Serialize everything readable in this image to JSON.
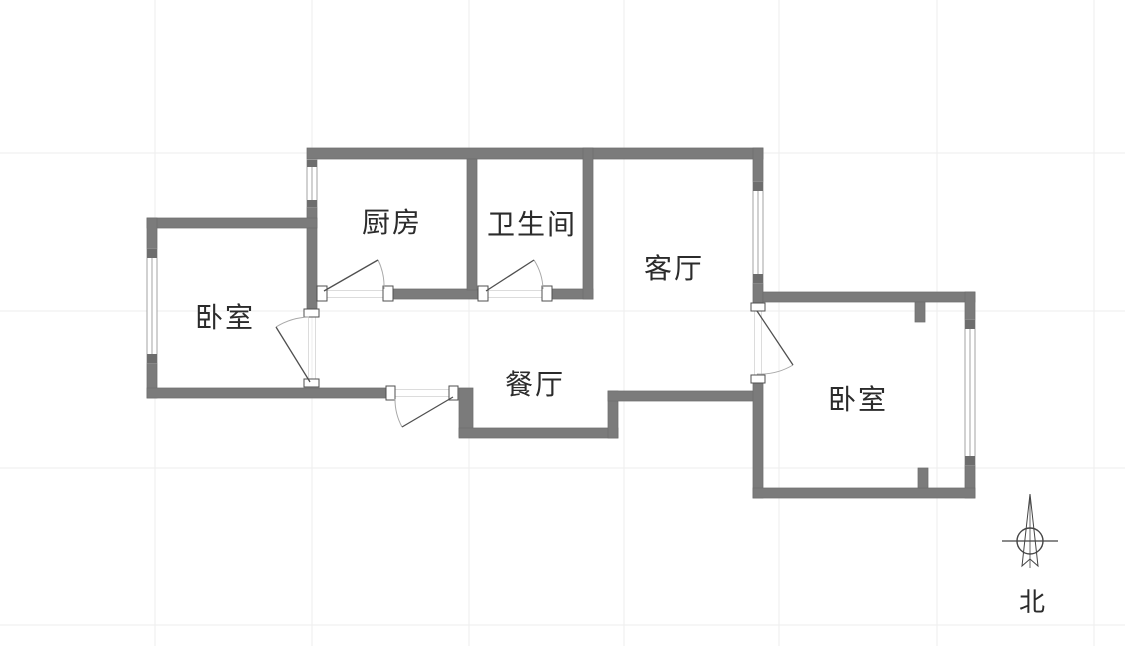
{
  "rooms": [
    {
      "id": "bedroom-left",
      "label": "卧室"
    },
    {
      "id": "kitchen",
      "label": "厨房"
    },
    {
      "id": "bathroom",
      "label": "卫生间"
    },
    {
      "id": "living-room",
      "label": "客厅"
    },
    {
      "id": "dining-room",
      "label": "餐厅"
    },
    {
      "id": "bedroom-right",
      "label": "卧室"
    }
  ],
  "compass": {
    "label": "北"
  },
  "colors": {
    "background": "#ffffff",
    "wall": "#7b7b7b",
    "wall_edge": "#6d6d6d",
    "window_line": "#9a9a9a",
    "line": "#4f4f4f",
    "arc": "#a9a9a9",
    "threshold": "#dcdcdc",
    "grid": "#eeeeee",
    "text": "#2b2b2b",
    "compass": "#444444"
  }
}
